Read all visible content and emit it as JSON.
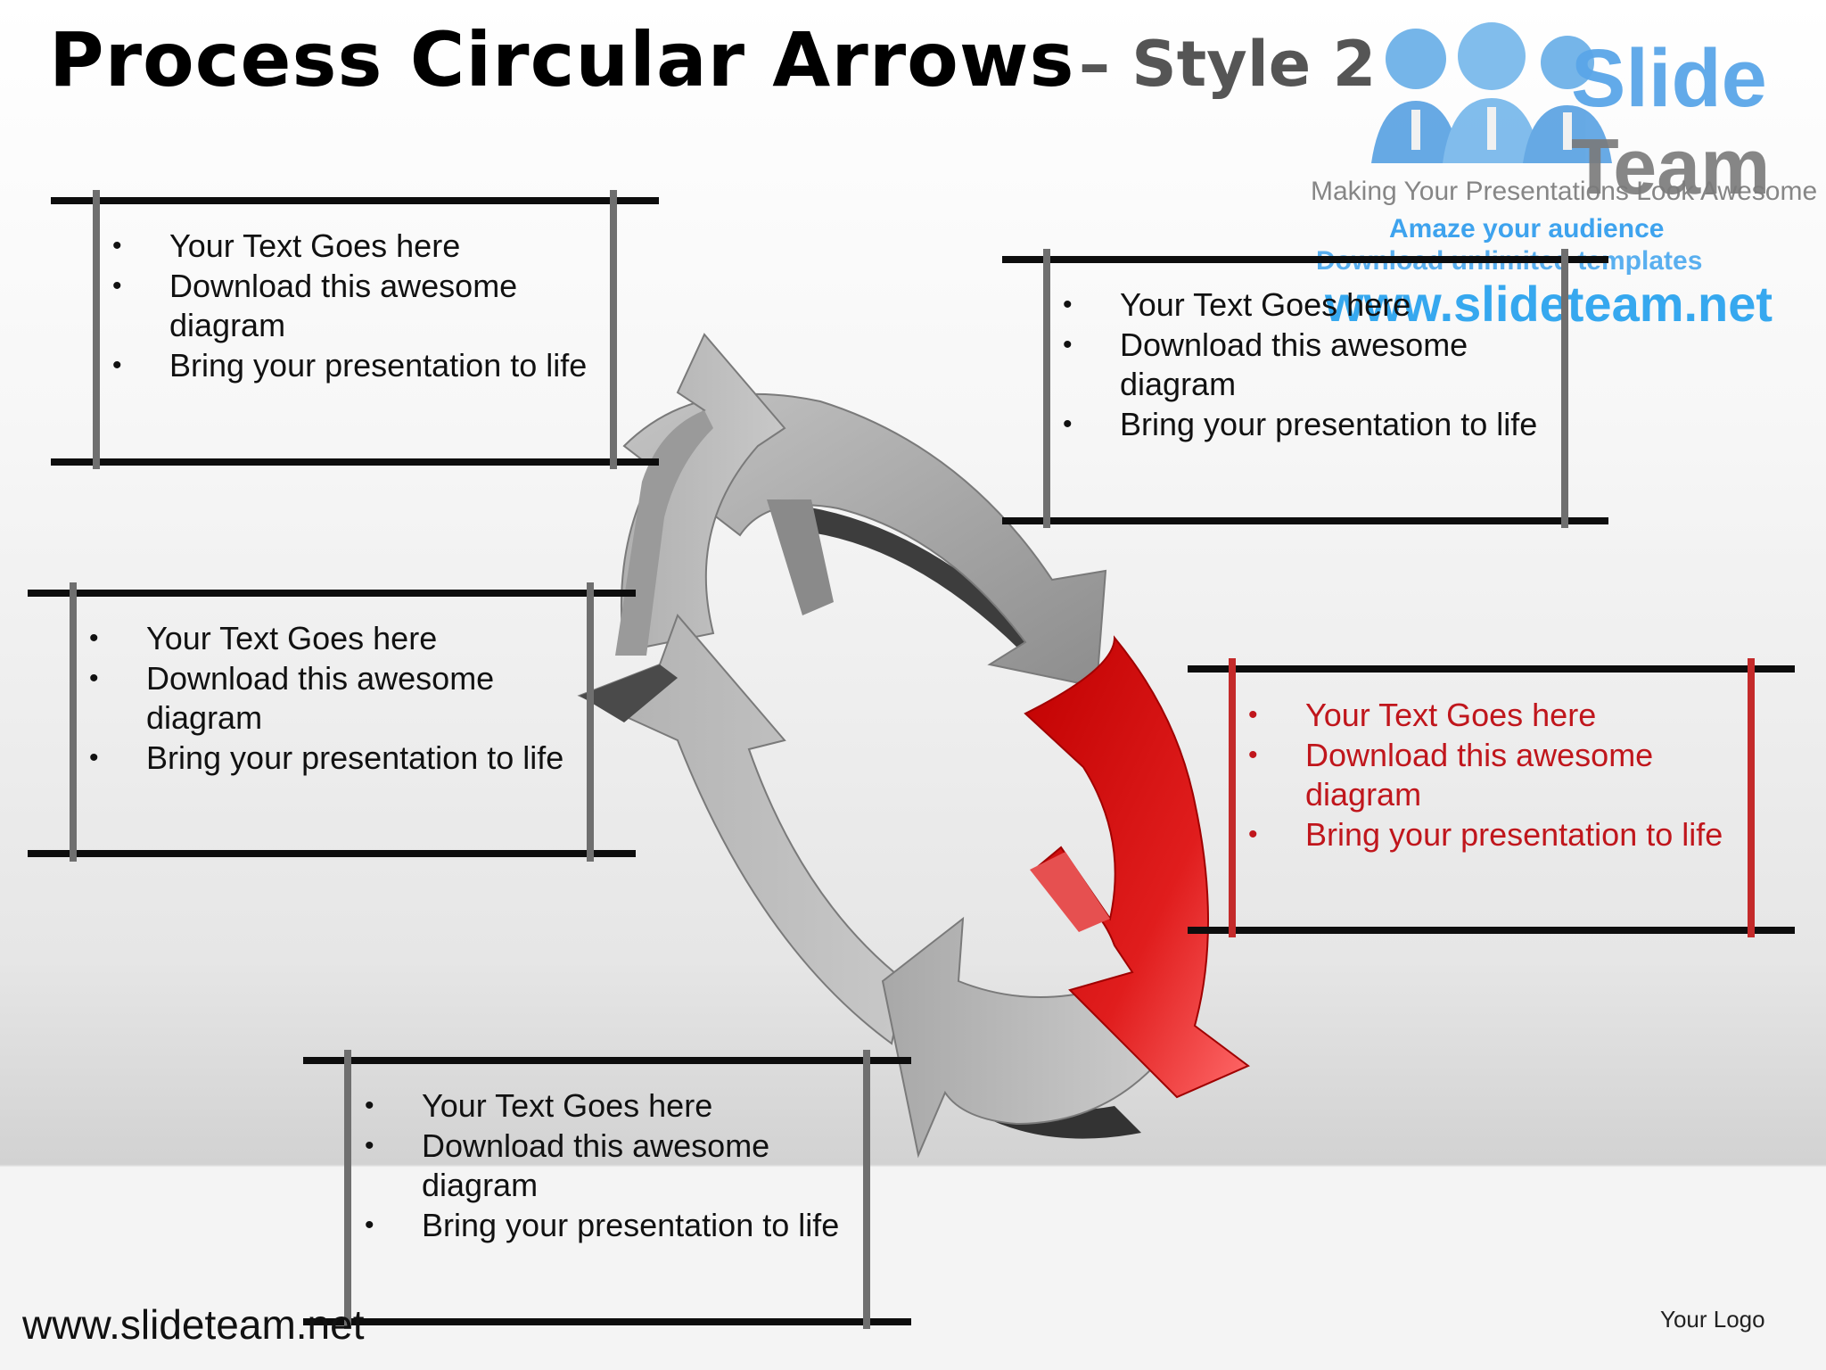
{
  "title": {
    "main": "Process Circular Arrows",
    "sub": "– Style 2"
  },
  "boxes": [
    {
      "items": [
        "Your Text Goes here",
        "Download this awesome diagram",
        "Bring your presentation to life"
      ]
    },
    {
      "items": [
        "Your Text Goes here",
        "Download this awesome diagram",
        "Bring your presentation to life"
      ]
    },
    {
      "items": [
        "Your Text Goes here",
        "Download this awesome diagram",
        "Bring your presentation to life"
      ]
    },
    {
      "items": [
        "Your Text Goes here",
        "Download this awesome diagram",
        "Bring your presentation to life"
      ]
    },
    {
      "items": [
        "Your Text Goes here",
        "Download this awesome diagram",
        "Bring your presentation to life"
      ]
    }
  ],
  "watermark": {
    "brand_word1": "Slide",
    "brand_word2": "Team",
    "tagline": "Making Your Presentations Look Awesome",
    "line1": "Amaze your audience",
    "line2": "Download unlimited templates",
    "url": "www.slideteam.net"
  },
  "footer": {
    "url": "www.slideteam.net",
    "logo": "Your Logo"
  },
  "colors": {
    "accent": "#d21a1f",
    "arrow_gray": "#9a9a9a",
    "text": "#111111"
  }
}
